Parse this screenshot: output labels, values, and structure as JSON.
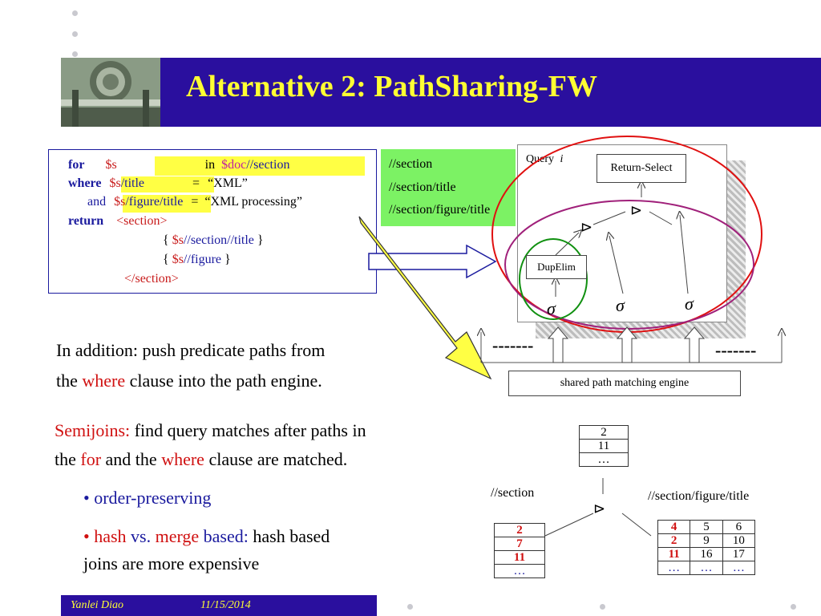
{
  "slide": {
    "title": "Alternative 2: PathSharing-FW",
    "footer_author": "Yanlei Diao",
    "footer_date": "11/15/2014"
  },
  "query": {
    "for_kw": "for",
    "for_var": "$s",
    "in_kw": "in",
    "doc_var": "$doc",
    "doc_path": "//section",
    "where_kw": "where",
    "where_var": "$s",
    "where_path": "/title",
    "eq1": "=",
    "val1": "“XML”",
    "and_kw": "and",
    "and_var": "$s",
    "and_path": "/figure/title",
    "eq2": "=",
    "val2": "“XML processing”",
    "return_kw": "return",
    "open_tag": "<section>",
    "l5_open": "{",
    "l5_var": "$s",
    "l5_path": "//section//title",
    "l5_close": "}",
    "l6_open": "{",
    "l6_var": "$s",
    "l6_path": "//figure",
    "l6_close": "}",
    "close_tag": "</section>"
  },
  "paths": [
    "//section",
    "//section/title",
    "//section/figure/title"
  ],
  "plan": {
    "query_label": "Query",
    "query_index": "i",
    "return_select": "Return-Select",
    "dupelim": "DupElim",
    "join_symbol": "⊳",
    "sigma": "σ",
    "dashes": "-------",
    "engine_label": "shared path matching engine"
  },
  "text": {
    "addition_line1": "In addition: push predicate paths from",
    "addition_the": "the",
    "addition_where": "where",
    "addition_rest": "clause into the path engine.",
    "semijoins": "Semijoins:",
    "semijoins_rest": "find query matches after paths in",
    "line2_the": "the",
    "line2_for": "for",
    "line2_and": "and the",
    "line2_where": "where",
    "line2_rest": "clause are matched.",
    "bullet": "•",
    "bullet1": "order-preserving",
    "bullet2_hash": "hash",
    "bullet2_vs": "vs.",
    "bullet2_merge": "merge",
    "bullet2_based": "based:",
    "bullet2_rest": "hash based",
    "bullet2_line2": "joins are more expensive"
  },
  "semijoin_example": {
    "top_values": [
      "2",
      "11",
      "…"
    ],
    "left_label": "//section",
    "right_label": "//section/figure/title",
    "left_values": [
      "2",
      "7",
      "11",
      "…"
    ],
    "right_rows": [
      [
        "4",
        "5",
        "6"
      ],
      [
        "2",
        "9",
        "10"
      ],
      [
        "11",
        "16",
        "17"
      ],
      [
        "…",
        "…",
        "…"
      ]
    ]
  }
}
